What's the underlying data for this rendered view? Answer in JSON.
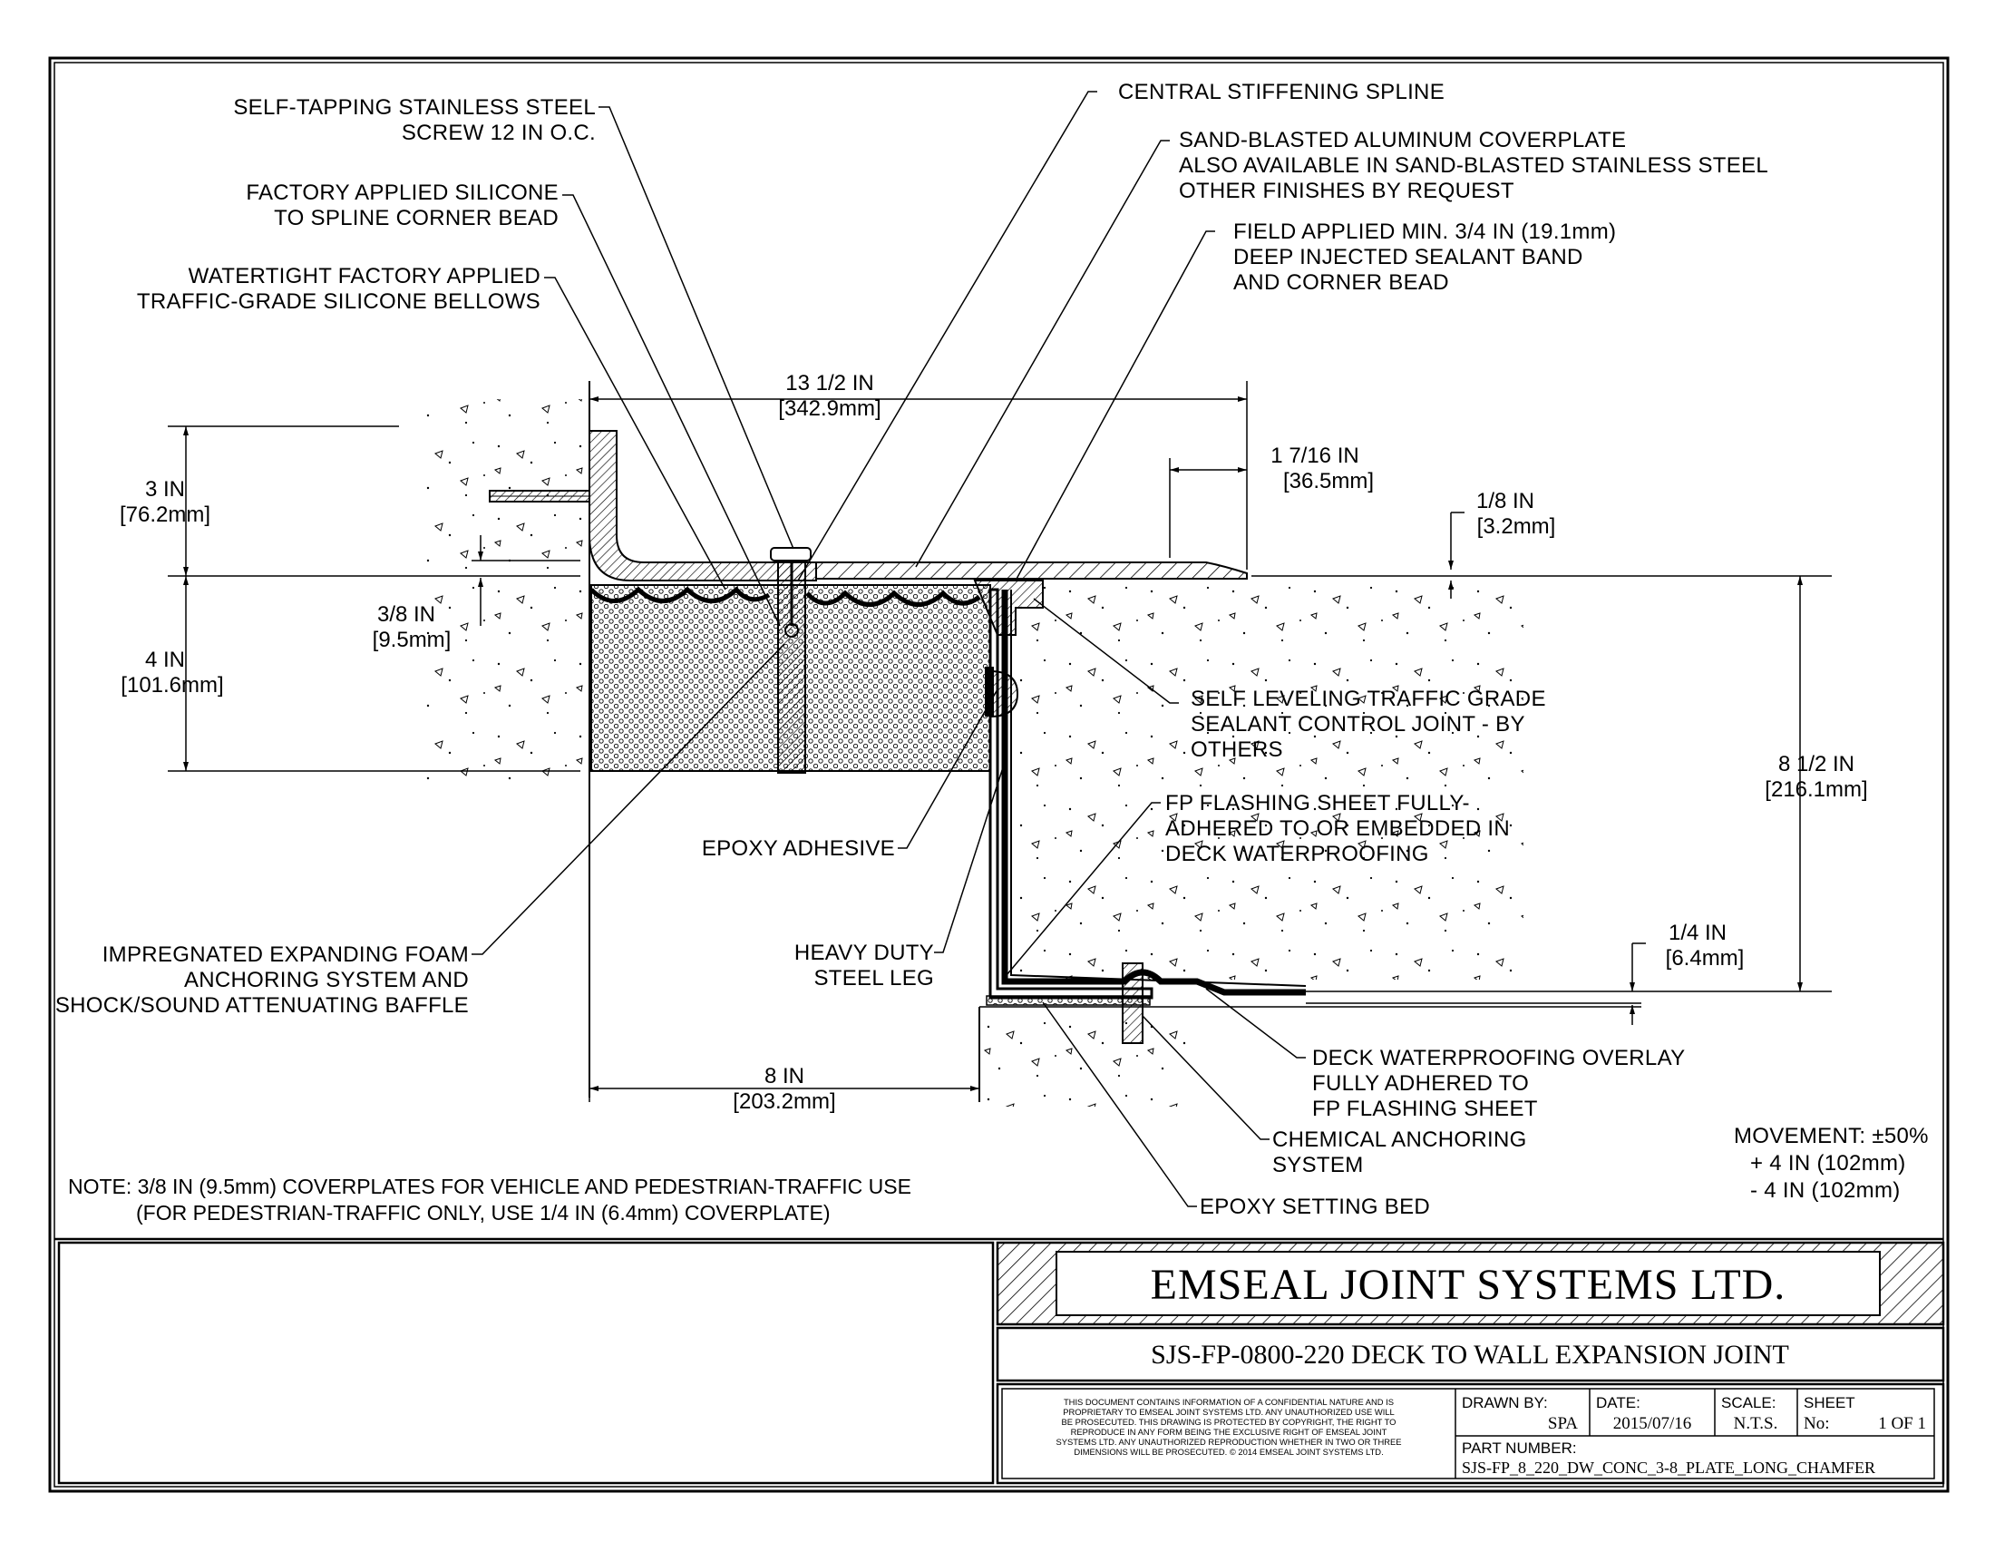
{
  "labels": {
    "screw": [
      "SELF-TAPPING STAINLESS STEEL",
      "SCREW 12 IN O.C."
    ],
    "silicone_bead": [
      "FACTORY APPLIED SILICONE",
      "TO SPLINE CORNER BEAD"
    ],
    "bellows": [
      "WATERTIGHT FACTORY APPLIED",
      "TRAFFIC-GRADE SILICONE BELLOWS"
    ],
    "spline": [
      "CENTRAL STIFFENING SPLINE"
    ],
    "coverplate": [
      "SAND-BLASTED ALUMINUM COVERPLATE",
      "ALSO AVAILABLE IN SAND-BLASTED STAINLESS STEEL",
      "OTHER FINISHES BY REQUEST"
    ],
    "sealant_band": [
      "FIELD APPLIED MIN. 3/4 IN (19.1mm)",
      "DEEP INJECTED SEALANT BAND",
      "AND CORNER BEAD"
    ],
    "control_joint": [
      "SELF LEVELING TRAFFIC GRADE",
      "SEALANT CONTROL JOINT - BY",
      "OTHERS"
    ],
    "flashing": [
      "FP FLASHING SHEET FULLY-",
      "ADHERED TO OR EMBEDDED IN",
      "DECK WATERPROOFING"
    ],
    "epoxy_adhesive": [
      "EPOXY ADHESIVE"
    ],
    "steel_leg": [
      "HEAVY DUTY",
      "STEEL LEG"
    ],
    "foam": [
      "IMPREGNATED EXPANDING FOAM",
      "ANCHORING SYSTEM AND",
      "SHOCK/SOUND ATTENUATING BAFFLE"
    ],
    "overlay": [
      "DECK WATERPROOFING OVERLAY",
      "FULLY ADHERED TO",
      "FP FLASHING SHEET"
    ],
    "anchoring": [
      "CHEMICAL ANCHORING",
      "SYSTEM"
    ],
    "setting_bed": [
      "EPOXY SETTING BED"
    ]
  },
  "dimensions": {
    "width_total": [
      "13 1/2 IN",
      "[342.9mm]"
    ],
    "chamfer": [
      "1 7/16 IN",
      "[36.5mm]"
    ],
    "plate_edge": [
      "1/8 IN",
      "[3.2mm]"
    ],
    "height_3": [
      "3 IN",
      "[76.2mm]"
    ],
    "plate_thick": [
      "3/8 IN",
      "[9.5mm]"
    ],
    "height_4": [
      "4 IN",
      "[101.6mm]"
    ],
    "height_total": [
      "8 1/2 IN",
      "[216.1mm]"
    ],
    "quarter": [
      "1/4 IN",
      "[6.4mm]"
    ],
    "width_8": [
      "8 IN",
      "[203.2mm]"
    ]
  },
  "note": [
    "NOTE: 3/8 IN (9.5mm) COVERPLATES FOR VEHICLE AND PEDESTRIAN-TRAFFIC USE",
    "(FOR PEDESTRIAN-TRAFFIC ONLY, USE 1/4 IN (6.4mm) COVERPLATE)"
  ],
  "movement": [
    "MOVEMENT: ±50%",
    "+ 4 IN (102mm)",
    "- 4 IN (102mm)"
  ],
  "title_block": {
    "company": "EMSEAL JOINT SYSTEMS LTD.",
    "drawing_title": "SJS-FP-0800-220 DECK TO WALL EXPANSION JOINT",
    "disclaimer": [
      "THIS DOCUMENT CONTAINS INFORMATION OF A CONFIDENTIAL NATURE AND IS",
      "PROPRIETARY TO EMSEAL JOINT SYSTEMS LTD. ANY UNAUTHORIZED USE WILL",
      "BE PROSECUTED. THIS DRAWING IS PROTECTED BY COPYRIGHT, THE RIGHT TO",
      "REPRODUCE IN ANY FORM BEING THE EXCLUSIVE RIGHT OF EMSEAL JOINT",
      "SYSTEMS LTD. ANY UNAUTHORIZED REPRODUCTION WHETHER IN TWO OR THREE",
      "DIMENSIONS WILL BE PROSECUTED. © 2014 EMSEAL JOINT SYSTEMS LTD."
    ],
    "drawn_by_label": "DRAWN BY:",
    "drawn_by": "SPA",
    "date_label": "DATE:",
    "date": "2015/07/16",
    "scale_label": "SCALE:",
    "scale": "N.T.S.",
    "sheet_label": "SHEET",
    "sheet_no_label": "No:",
    "sheet": "1 OF 1",
    "part_number_label": "PART NUMBER:",
    "part_number": "SJS-FP_8_220_DW_CONC_3-8_PLATE_LONG_CHAMFER"
  }
}
